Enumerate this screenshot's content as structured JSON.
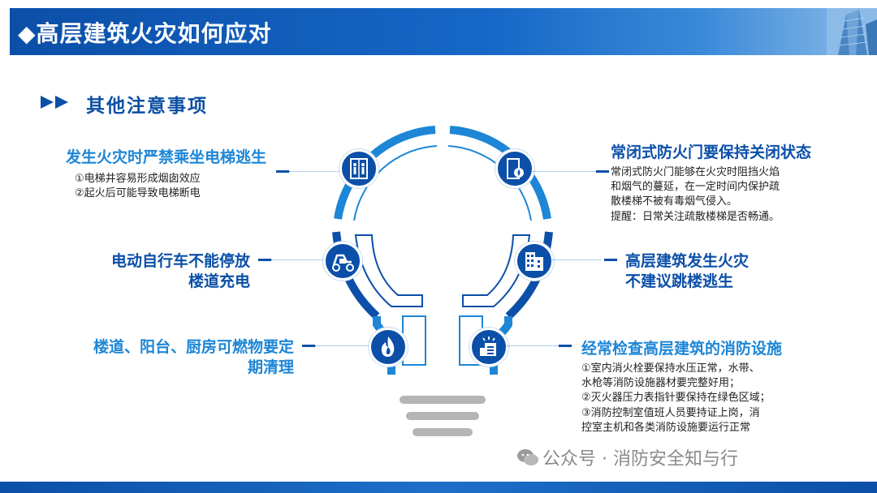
{
  "header": {
    "title": "◆高层建筑火灾如何应对"
  },
  "subtitle": "其他注意事项",
  "left_items": [
    {
      "heading": "发生火灾时严禁乘坐电梯逃生",
      "lines": [
        "①电梯井容易形成烟囱效应",
        "②起火后可能导致电梯断电"
      ]
    },
    {
      "heading_lines": [
        "电动自行车不能停放",
        "楼道充电"
      ]
    },
    {
      "heading_lines": [
        "楼道、阳台、厨房可燃物要定",
        "期清理"
      ]
    }
  ],
  "right_items": [
    {
      "heading": "常闭式防火门要保持关闭状态",
      "lines": [
        "常闭式防火门能够在火灾时阻挡火焰",
        "和烟气的蔓延，在一定时间内保护疏",
        "散楼梯不被有毒烟气侵入。",
        "提醒：日常关注疏散楼梯是否畅通。"
      ]
    },
    {
      "heading_lines": [
        "高层建筑发生火灾",
        "不建议跳楼逃生"
      ]
    },
    {
      "heading": "经常检查高层建筑的消防设施",
      "lines": [
        "①室内消火栓要保持水压正常，水带、",
        "水枪等消防设施器材要完整好用；",
        "②灭火器压力表指针要保持在绿色区域；",
        "③消防控制室值班人员要持证上岗，消",
        "控室主机和各类消防设施要运行正常"
      ]
    }
  ],
  "icons": [
    "elevator-icon",
    "fire-door-icon",
    "scooter-icon",
    "building-icon",
    "flame-icon",
    "fire-facility-icon"
  ],
  "watermark": "公众号 · 消防安全知与行",
  "colors": {
    "primary": "#0b4fa8",
    "accent": "#1d86d6",
    "light": "#5ba2de"
  }
}
